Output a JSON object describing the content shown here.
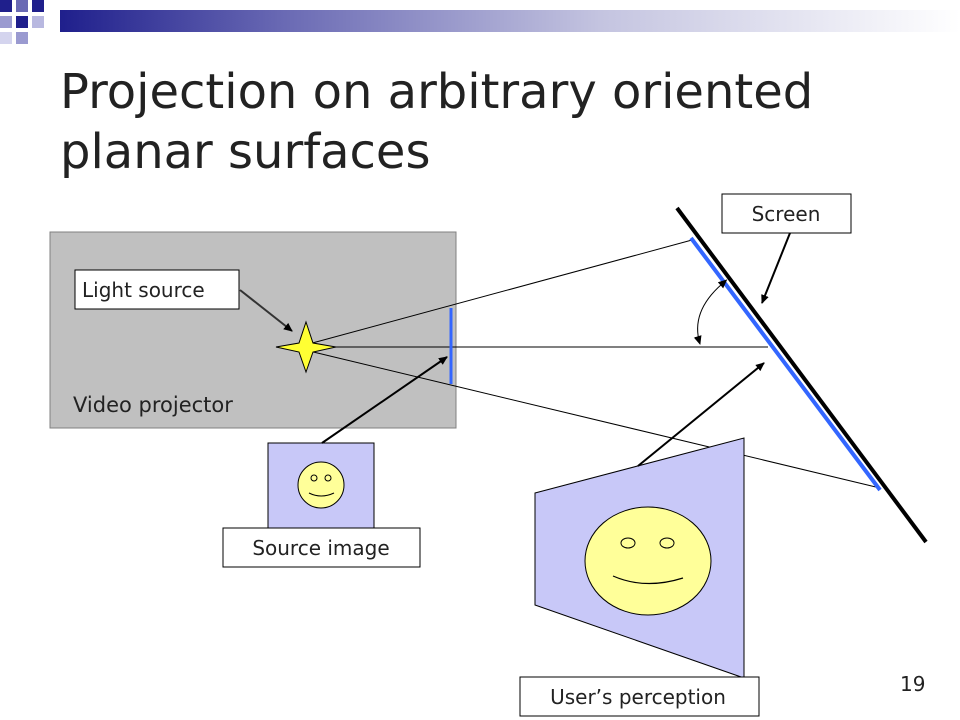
{
  "slide": {
    "title": "Projection on arbitrary oriented planar surfaces",
    "page_number": "19"
  },
  "diagram": {
    "labels": {
      "screen": "Screen",
      "light_source": "Light source",
      "video_projector": "Video projector",
      "source_image": "Source image",
      "users_perception": "User’s perception"
    }
  },
  "colors": {
    "title_bar_dark": "#1f1f8c",
    "projector_fill": "#c0c0c0",
    "image_fill": "#c8c8f8",
    "face_fill": "#ffff99",
    "star_fill": "#ffff33",
    "screen_blue": "#3366ff"
  }
}
